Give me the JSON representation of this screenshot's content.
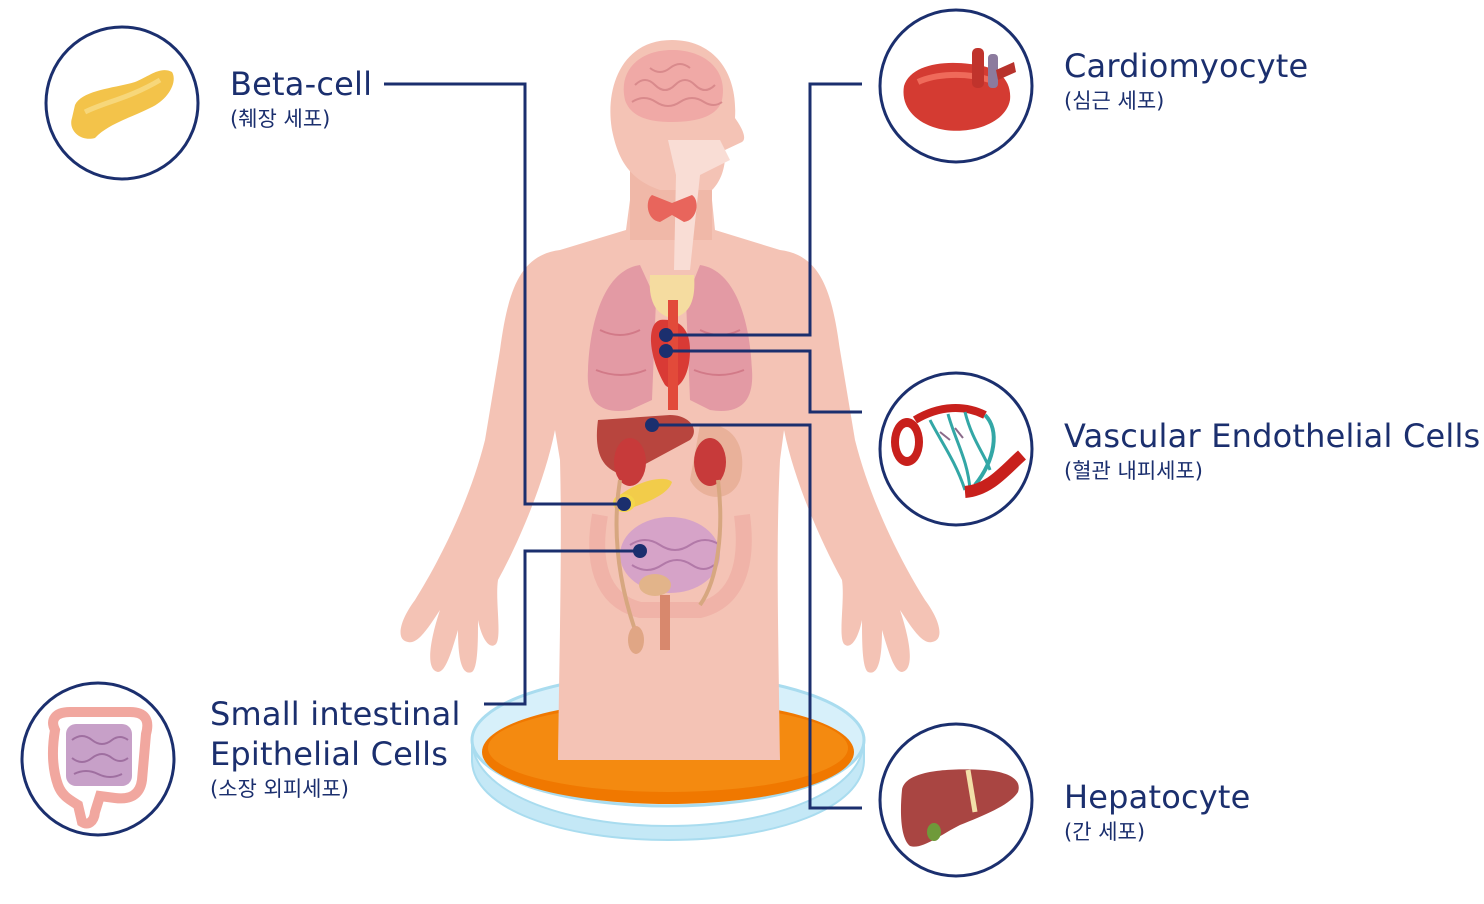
{
  "labels": {
    "beta_cell": {
      "name": "Beta-cell",
      "korean": "(췌장 세포)"
    },
    "cardiomyocyte": {
      "name": "Cardiomyocyte",
      "korean": "(심근 세포)"
    },
    "vascular": {
      "name": "Vascular Endothelial Cells",
      "korean": "(혈관 내피세포)"
    },
    "hepatocyte": {
      "name": "Hepatocyte",
      "korean": "(간 세포)"
    },
    "small_intestine": {
      "name_line1": "Small intestinal",
      "name_line2": "Epithelial Cells",
      "korean": "(소장 외피세포)"
    }
  },
  "icons": [
    "pancreas-icon",
    "heart-icon",
    "blood-vessel-icon",
    "liver-icon",
    "intestine-icon"
  ],
  "colors": {
    "label_text": "#1b2f6e",
    "connector": "#1b2f6e",
    "circle_border": "#1b2f6e",
    "skin": "#f4c3b5",
    "dish_medium": "#f07800",
    "dish_glass": "#bfe6f5"
  }
}
